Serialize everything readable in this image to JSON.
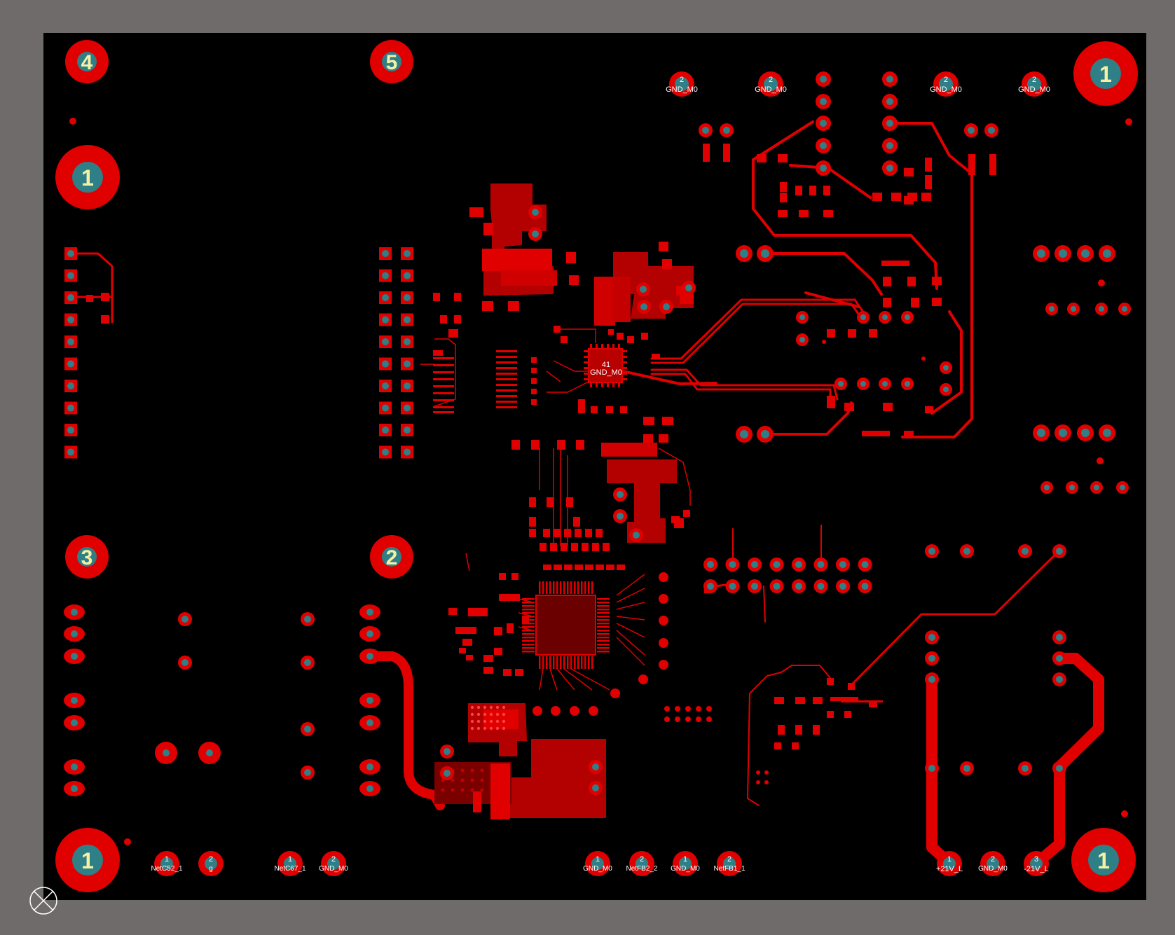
{
  "colors": {
    "canvas": "#6f6b6a",
    "board": "#000000",
    "copper": "#e00000",
    "copper_dark": "#8c0000",
    "pad_hole": "#2f7f86",
    "label": "#ffffff",
    "hole_label": "#f5f0a6"
  },
  "mounting_holes": [
    {
      "label": "4"
    },
    {
      "label": "5"
    },
    {
      "label": "1"
    },
    {
      "label": "1"
    },
    {
      "label": "3"
    },
    {
      "label": "2"
    },
    {
      "label": "1"
    },
    {
      "label": "1"
    }
  ],
  "top_connectors": [
    {
      "num": "2",
      "net": "GND_M0"
    },
    {
      "num": "2",
      "net": "GND_M0"
    },
    {
      "num": "2",
      "net": "GND_M0"
    },
    {
      "num": "2",
      "net": "GND_M0"
    }
  ],
  "bottom_connectors": [
    {
      "num": "1",
      "net": "NetC52_1"
    },
    {
      "num": "2",
      "net": "g"
    },
    {
      "num": "1",
      "net": "NetC67_1"
    },
    {
      "num": "2",
      "net": "GND_M0"
    },
    {
      "num": "1",
      "net": "GND_M0"
    },
    {
      "num": "2",
      "net": "NetFB2_2"
    },
    {
      "num": "1",
      "net": "GND_M0"
    },
    {
      "num": "2",
      "net": "NetFB1_1"
    },
    {
      "num": "1",
      "net": "+21V_L"
    },
    {
      "num": "2",
      "net": "GND_M0"
    },
    {
      "num": "3",
      "net": "-21V_L"
    }
  ],
  "ic_center": {
    "pin": "41",
    "net": "GND_M0"
  },
  "icons": {
    "origin_marker": "crossed-circle-icon"
  }
}
